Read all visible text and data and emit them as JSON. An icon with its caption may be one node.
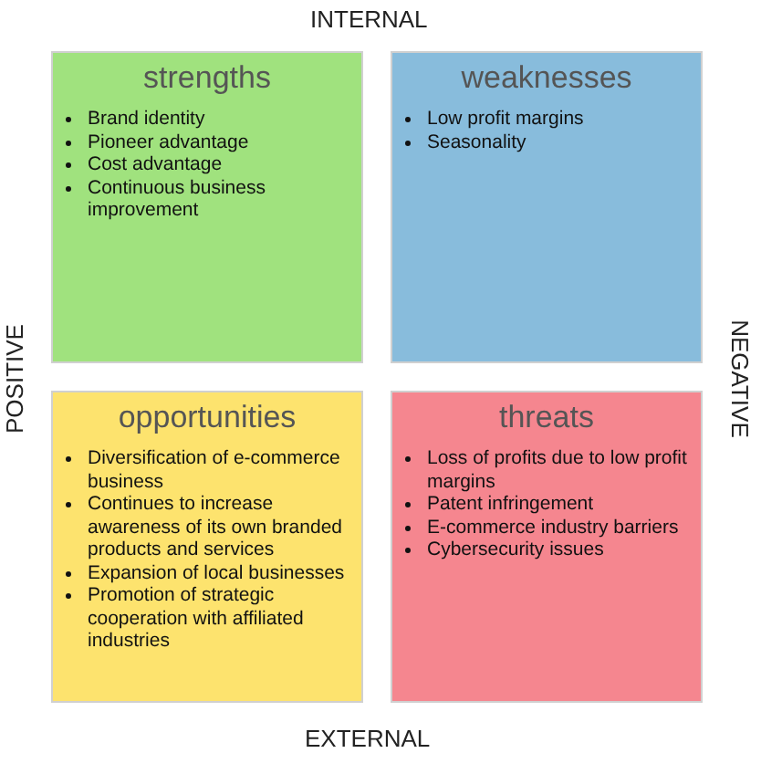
{
  "diagram": {
    "nodes": [
      {
        "text": [
          "strengths",
          "Brand identity",
          "Pioneer advantage",
          "Cost advantage",
          "Continuous business improvement"
        ]
      },
      {
        "text": [
          "weaknesses",
          "Low profit margins",
          "Seasonality"
        ]
      },
      {
        "text": [
          "opportunities",
          "Diversification of e-commerce business",
          "Continues to increase awareness of its own branded products and services",
          "Expansion of local businesses",
          "Promotion of strategic cooperation with affiliated industries"
        ]
      },
      {
        "text": [
          "threats",
          "Loss of profits due to low profit margins",
          "Patent infringement",
          "E-commerce industry barriers",
          "Cybersecurity issues"
        ]
      }
    ],
    "labels": [
      "INTERNAL",
      "POSITIVE",
      "NEGATIVE",
      "EXTERNAL"
    ]
  }
}
